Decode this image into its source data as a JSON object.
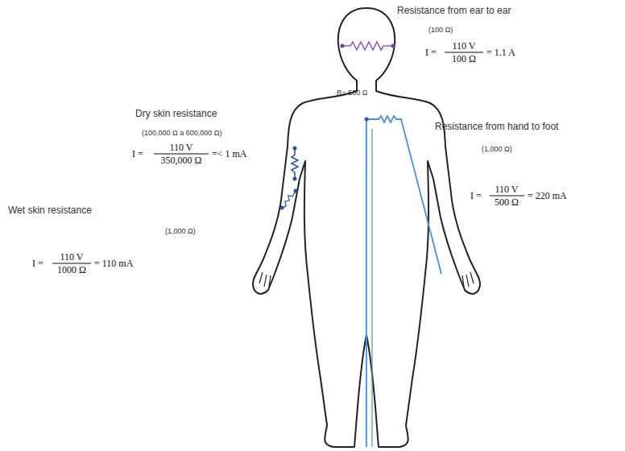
{
  "diagram": {
    "labels": [
      "Resistance from ear to ear",
      "(100 Ω)",
      "I =",
      "110 V",
      "100 Ω",
      "= 1.1 A",
      "R= 500 Ω",
      "Dry skin resistance",
      "(100,000 Ω a 600,000 Ω)",
      "I =",
      "110 V",
      "350,000 Ω",
      "=< 1 mA",
      "Resistance from hand to foot",
      "(1,000 Ω)",
      "I =",
      "110 V",
      "500 Ω",
      "= 220 mA",
      "Wet skin resistance",
      "(1,000 Ω)",
      "I =",
      "110 V",
      "1000 Ω",
      "= 110 mA"
    ]
  }
}
